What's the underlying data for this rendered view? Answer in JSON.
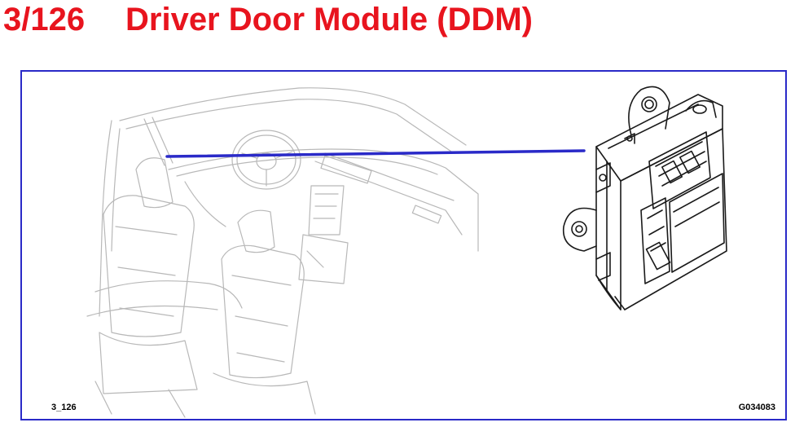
{
  "heading": {
    "number": "3/126",
    "title": "Driver Door Module (DDM)"
  },
  "diagram": {
    "ref_left": "3_126",
    "ref_right": "G034083",
    "colors": {
      "title": "#e8141e",
      "frame": "#2a2ac8",
      "leader": "#2a2ac8",
      "line_art": "#b8b8b8",
      "module": "#1a1a1a"
    },
    "icons": [
      "car-interior-illustration",
      "door-module-illustration",
      "leader-line"
    ]
  }
}
